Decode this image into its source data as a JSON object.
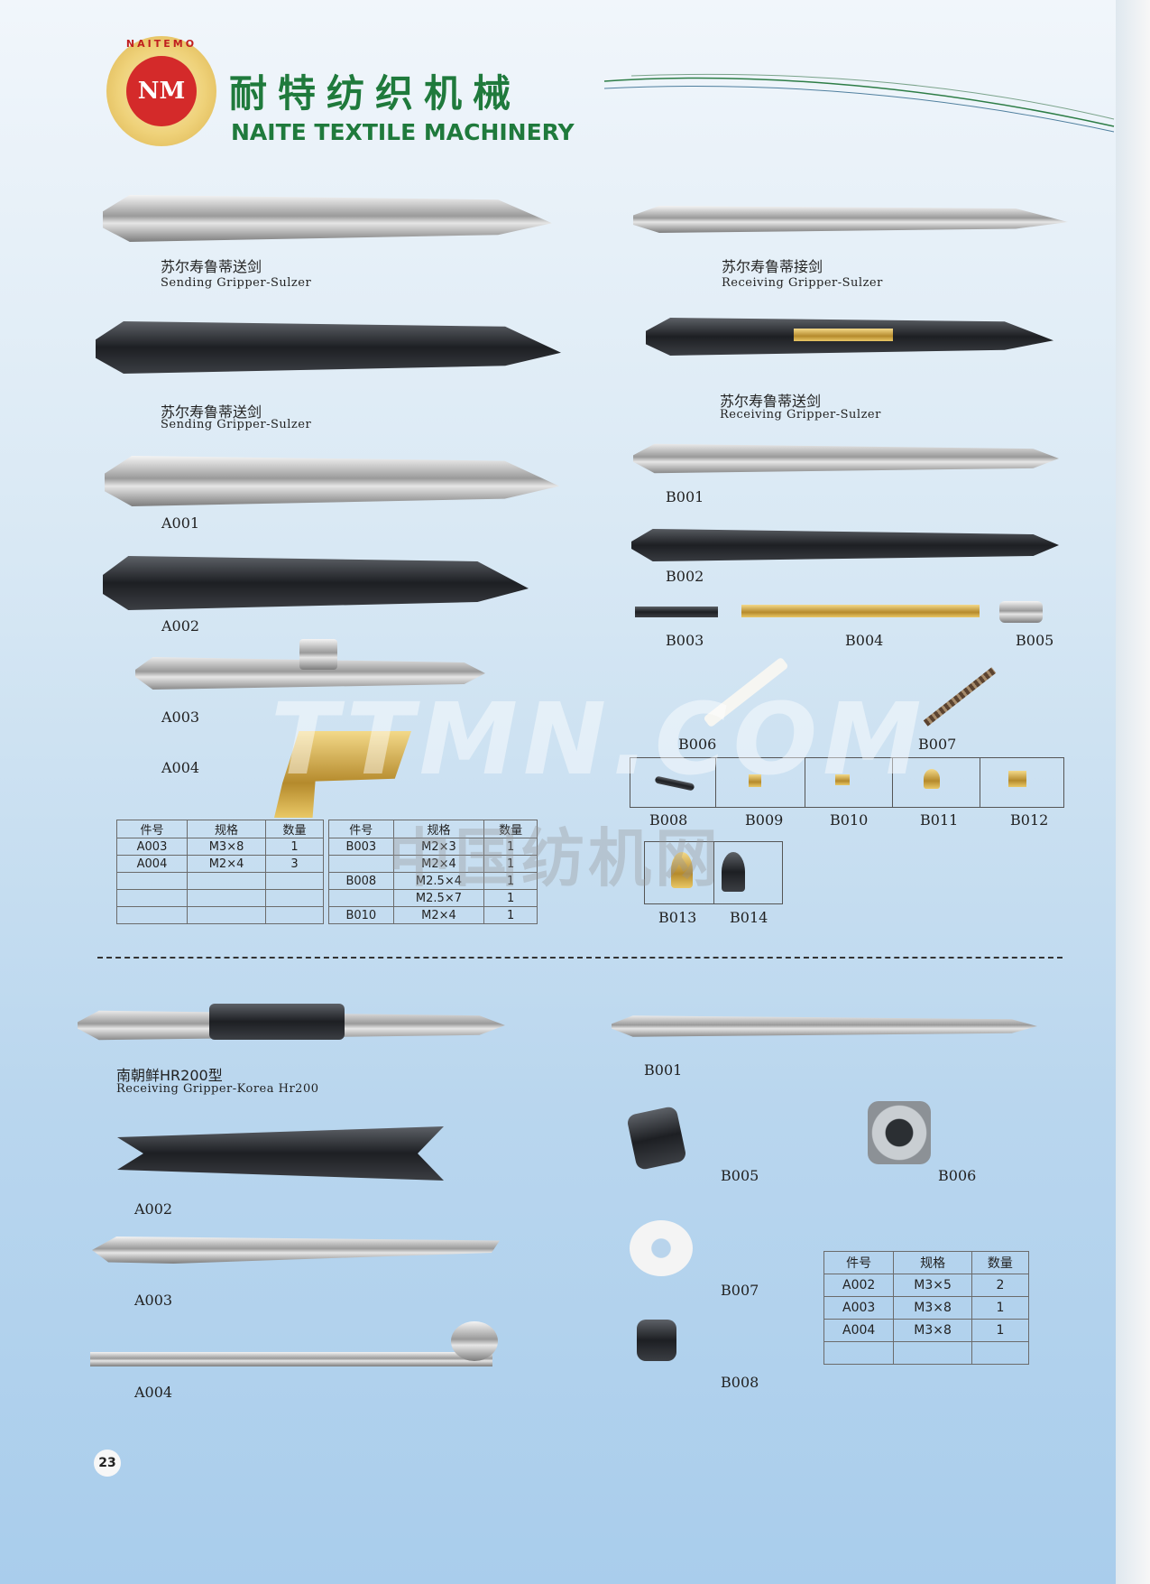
{
  "header": {
    "logo_arc": "NAITEMO",
    "logo_mark": "NM",
    "brand_cn": "耐特纺织机械",
    "brand_en": "NAITE TEXTILE MACHINERY"
  },
  "upper": {
    "sending1": {
      "cn": "苏尔寿鲁蒂送剑",
      "en": "Sending Gripper-Sulzer"
    },
    "receiving1": {
      "cn": "苏尔寿鲁蒂接剑",
      "en": "Receiving Gripper-Sulzer"
    },
    "sending2": {
      "cn": "苏尔寿鲁蒂送剑",
      "en": "Sending Gripper-Sulzer"
    },
    "receiving2": {
      "cn": "苏尔寿鲁蒂送剑",
      "en": "Receiving Gripper-Sulzer"
    },
    "codes": {
      "a001": "A001",
      "a002": "A002",
      "a003": "A003",
      "a004": "A004",
      "b001": "B001",
      "b002": "B002",
      "b003": "B003",
      "b004": "B004",
      "b005": "B005",
      "b006": "B006",
      "b007": "B007",
      "b008": "B008",
      "b009": "B009",
      "b010": "B010",
      "b011": "B011",
      "b012": "B012",
      "b013": "B013",
      "b014": "B014"
    },
    "table_a": {
      "headers": [
        "件号",
        "规格",
        "数量"
      ],
      "rows": [
        [
          "A003",
          "M3×8",
          "1"
        ],
        [
          "A004",
          "M2×4",
          "3"
        ],
        [
          "",
          "",
          ""
        ],
        [
          "",
          "",
          ""
        ],
        [
          "",
          "",
          ""
        ]
      ]
    },
    "table_b": {
      "headers": [
        "件号",
        "规格",
        "数量"
      ],
      "rows": [
        [
          "B003",
          "M2×3",
          "1"
        ],
        [
          "",
          "M2×4",
          "1"
        ],
        [
          "B008",
          "M2.5×4",
          "1"
        ],
        [
          "",
          "M2.5×7",
          "1"
        ],
        [
          "B010",
          "M2×4",
          "1"
        ]
      ]
    }
  },
  "watermark": {
    "line1": "TTMN.COM",
    "line2": "中国纺机网"
  },
  "lower": {
    "receiving": {
      "cn": "南朝鲜HR200型",
      "en": "Receiving Gripper-Korea Hr200"
    },
    "codes": {
      "a002": "A002",
      "a003": "A003",
      "a004": "A004",
      "b001": "B001",
      "b005": "B005",
      "b006": "B006",
      "b007": "B007",
      "b008": "B008"
    },
    "table": {
      "headers": [
        "件号",
        "规格",
        "数量"
      ],
      "rows": [
        [
          "A002",
          "M3×5",
          "2"
        ],
        [
          "A003",
          "M3×8",
          "1"
        ],
        [
          "A004",
          "M3×8",
          "1"
        ],
        [
          "",
          "",
          ""
        ]
      ]
    }
  },
  "page_number": "23"
}
